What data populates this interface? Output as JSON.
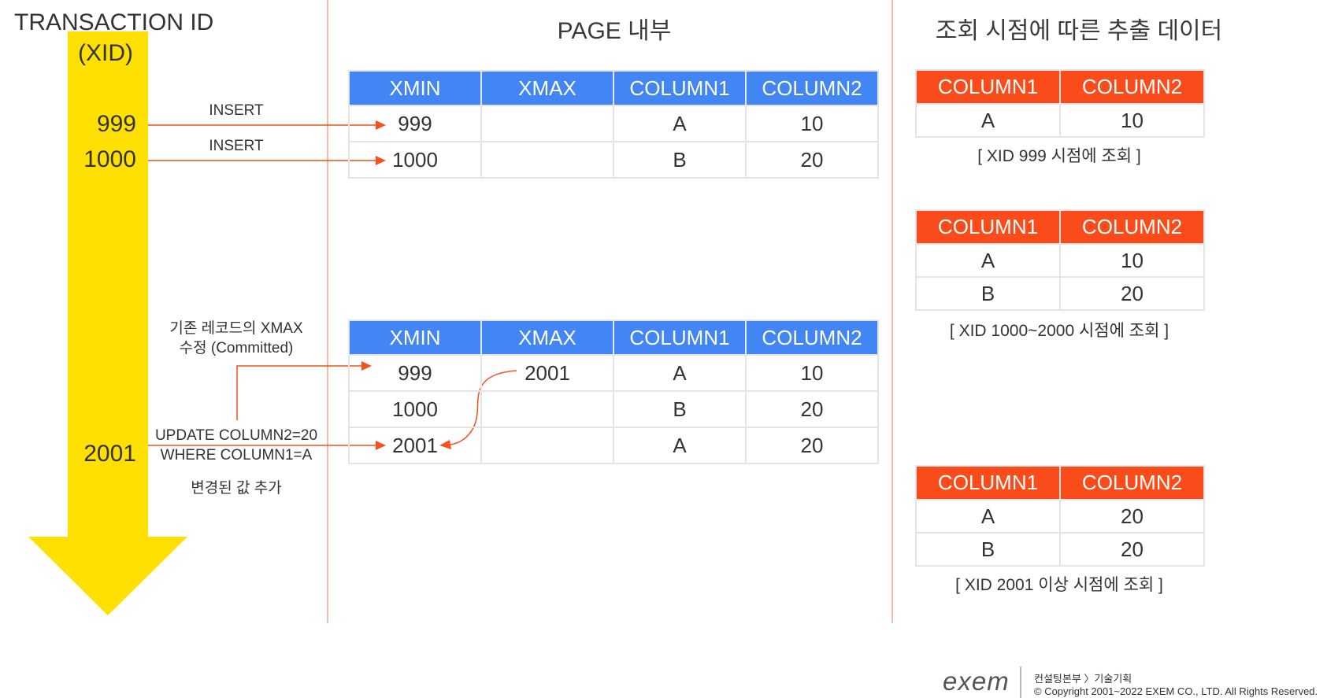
{
  "timeline": {
    "title_line1": "TRANSACTION ID",
    "title_line2": "(XID)",
    "xids": [
      "999",
      "1000",
      "2001"
    ],
    "arrow_color": "#ffe000"
  },
  "ops": {
    "insert1": "INSERT",
    "insert2": "INSERT",
    "modify_line1": "기존 레코드의 XMAX",
    "modify_line2": "수정 (Committed)",
    "update_line1": "UPDATE COLUMN2=20",
    "update_line2": "WHERE COLUMN1=A",
    "add_new": "변경된 값 추가"
  },
  "page": {
    "title": "PAGE 내부",
    "header_color": "#4285f4",
    "headers": [
      "XMIN",
      "XMAX",
      "COLUMN1",
      "COLUMN2"
    ],
    "table1": [
      [
        "999",
        "",
        "A",
        "10"
      ],
      [
        "1000",
        "",
        "B",
        "20"
      ]
    ],
    "table2": [
      [
        "999",
        "2001",
        "A",
        "10"
      ],
      [
        "1000",
        "",
        "B",
        "20"
      ],
      [
        "2001",
        "",
        "A",
        "20"
      ]
    ]
  },
  "results": {
    "title": "조회 시점에 따른 추출 데이터",
    "header_color": "#fa4b1a",
    "headers": [
      "COLUMN1",
      "COLUMN2"
    ],
    "r1": {
      "rows": [
        [
          "A",
          "10"
        ]
      ],
      "caption": "[ XID 999 시점에 조회 ]"
    },
    "r2": {
      "rows": [
        [
          "A",
          "10"
        ],
        [
          "B",
          "20"
        ]
      ],
      "caption": "[ XID 1000~2000 시점에 조회 ]"
    },
    "r3": {
      "rows": [
        [
          "A",
          "20"
        ],
        [
          "B",
          "20"
        ]
      ],
      "caption": "[ XID 2001 이상 시점에 조회 ]"
    }
  },
  "footer": {
    "logo": "exem",
    "dept": "컨설팅본부 〉기술기획",
    "copyright": "© Copyright 2001~2022  EXEM CO., LTD. All Rights Reserved."
  },
  "accent_arrow_color": "#f4511e"
}
